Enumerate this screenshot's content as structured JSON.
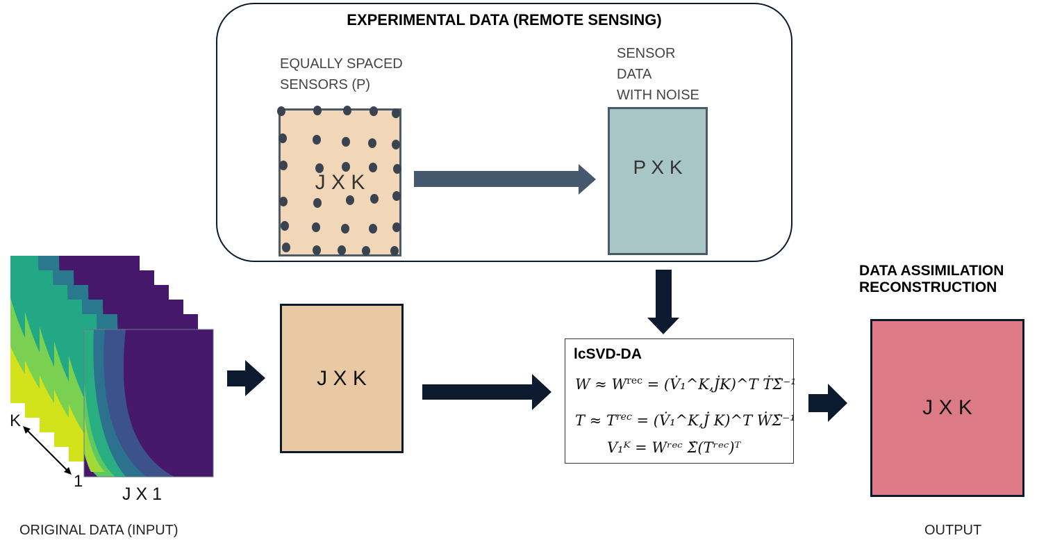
{
  "experimental": {
    "title": "EXPERIMENTAL DATA (REMOTE SENSING)",
    "sensors_label_line1": "EQUALLY SPACED",
    "sensors_label_line2": "SENSORS (P)",
    "sensor_matrix_label": "J X K",
    "noise_label_line1": "SENSOR",
    "noise_label_line2": "DATA",
    "noise_label_line3": "WITH NOISE",
    "noise_matrix_label": "P X K"
  },
  "input": {
    "k_label": "K",
    "one_label": "1",
    "slice_label": "J X 1",
    "caption": "ORIGINAL DATA (INPUT)"
  },
  "middle": {
    "matrix_label": "J X K"
  },
  "formula": {
    "title": "lcSVD-DA",
    "eq1_left": "W ≈ W",
    "eq1_sup": "rec",
    "eq1_right": "= (V̇₁^K,J̇K)^T ṪΣ̇⁻¹",
    "eq2_left": "T ≈ T",
    "eq2_sup": "rec",
    "eq2_right": "= (V̇₁^K,J̇ K)^T ẆΣ̇⁻¹",
    "eq3": "V₁ᴷ = Wʳᵉᶜ Σ̇(Tʳᵉᶜ)ᵀ"
  },
  "output": {
    "title_line1": "DATA ASSIMILATION",
    "title_line2": "RECONSTRUCTION",
    "matrix_label": "J X K",
    "caption": "OUTPUT"
  },
  "colors": {
    "navy": "#0b1a2e",
    "slate_arrow": "#46586d",
    "sensor_fill": "#f2d6b8",
    "noise_fill": "#a8c6c6",
    "matrix_fill": "#e8c9a3",
    "output_fill": "#dc7b86",
    "viridis_dark": "#45186b"
  }
}
